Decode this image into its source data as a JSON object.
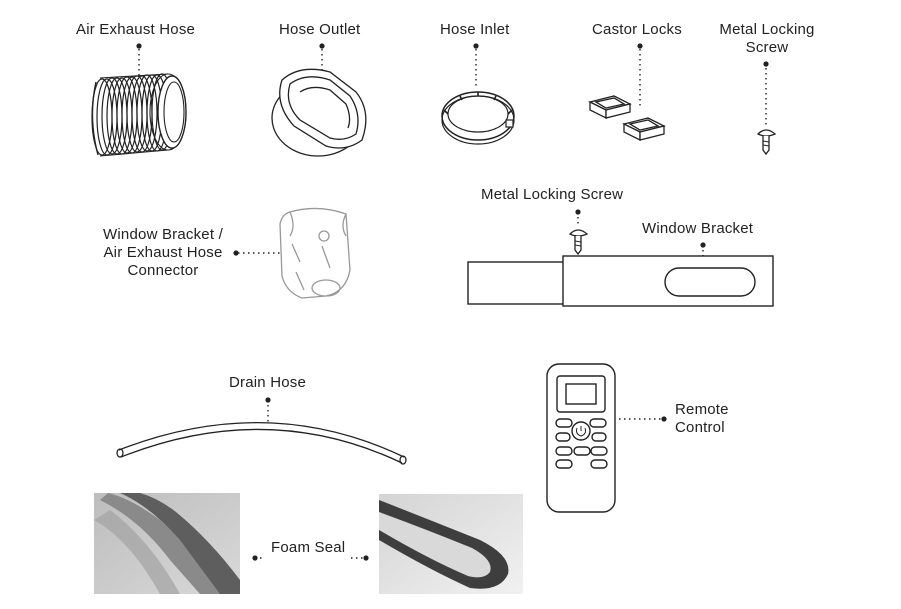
{
  "labels": {
    "air_exhaust_hose": "Air Exhaust Hose",
    "hose_outlet": "Hose Outlet",
    "hose_inlet": "Hose Inlet",
    "castor_locks": "Castor Locks",
    "metal_locking_screw_top_l1": "Metal Locking",
    "metal_locking_screw_top_l2": "Screw",
    "window_bracket_connector_l1": "Window Bracket /",
    "window_bracket_connector_l2": "Air Exhaust Hose",
    "window_bracket_connector_l3": "Connector",
    "metal_locking_screw": "Metal Locking Screw",
    "window_bracket": "Window Bracket",
    "drain_hose": "Drain Hose",
    "remote_control_l1": "Remote",
    "remote_control_l2": "Control",
    "foam_seal": "Foam Seal"
  },
  "colors": {
    "line": "#222222",
    "photo_left_bg": "#c8c8c8",
    "photo_right_bg": "#e6e6e6",
    "foam": "#4a4a4a"
  }
}
